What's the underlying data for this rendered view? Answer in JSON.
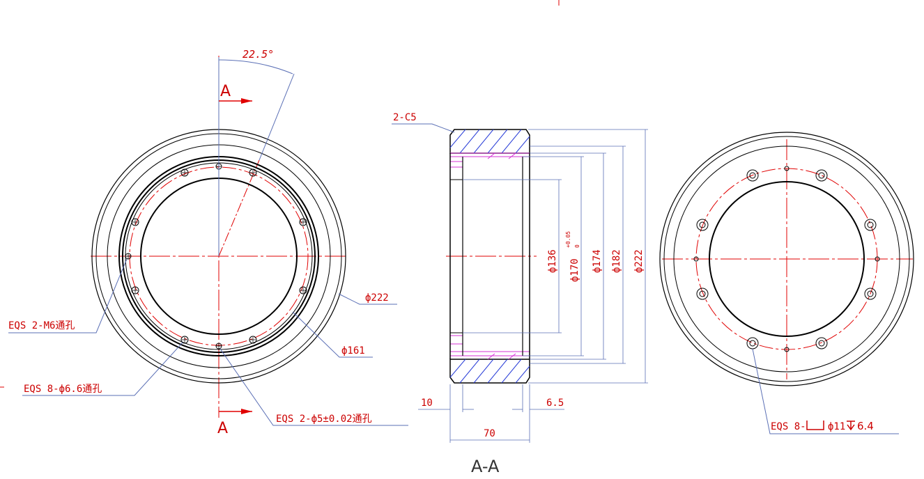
{
  "angle": "22.5°",
  "left_view": {
    "section_marker_top": "A",
    "section_marker_bottom": "A",
    "labels": {
      "dia_outer": "ф222",
      "dia_pcd": "ф161",
      "m6_holes": "EQS 2-M6通孔",
      "hole_66": "EQS 8-ф6.6通孔",
      "pin_holes": "EQS 2-ф5±0.02通孔"
    }
  },
  "section_view": {
    "title": "A-A",
    "chamfer": "2-C5",
    "dim_10": "10",
    "dim_6_5": "6.5",
    "dim_70": "70",
    "dia_136": "ф136",
    "dia_170": "ф170",
    "dia_170_tol_upper": "+0.05",
    "dia_170_tol_lower": "0",
    "dia_174": "ф174",
    "dia_182": "ф182",
    "dia_222": "ф222"
  },
  "right_view": {
    "counterbore_prefix": "EQS 8-",
    "counterbore_dia": "ф11",
    "counterbore_depth": "6.4"
  }
}
